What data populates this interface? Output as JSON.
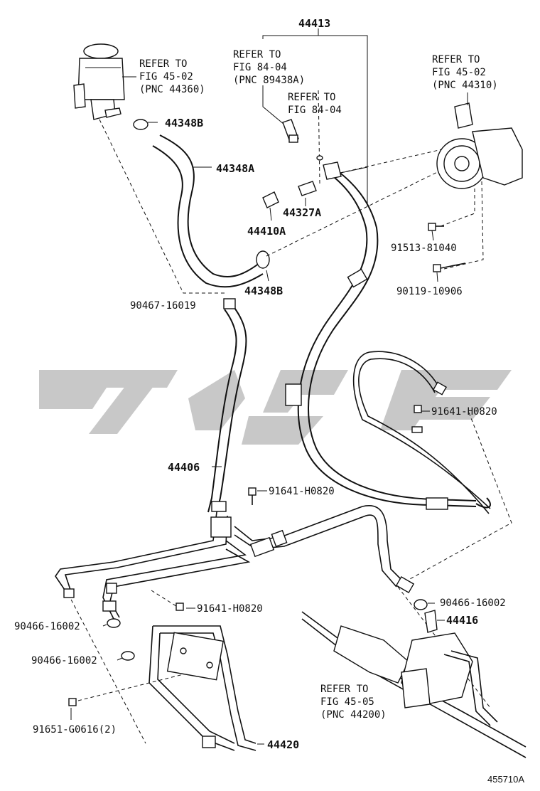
{
  "labels": {
    "p44413": "44413",
    "refer_8404_a": [
      "REFER TO",
      "FIG 84-04",
      "(PNC 89438A)"
    ],
    "refer_8404_b": [
      "REFER TO",
      "FIG 84-04"
    ],
    "refer_4502_res": [
      "REFER TO",
      "FIG 45-02",
      "(PNC 44360)"
    ],
    "refer_4502_pump": [
      "REFER TO",
      "FIG 45-02",
      "(PNC 44310)"
    ],
    "refer_4505": [
      "REFER TO",
      "FIG 45-05",
      "(PNC 44200)"
    ],
    "p44348B_top": "44348B",
    "p44348A": "44348A",
    "p44327A": "44327A",
    "p44410A": "44410A",
    "p44348B_mid": "44348B",
    "p90467": "90467-16019",
    "p91513": "91513-81040",
    "p90119": "90119-10906",
    "p91641_r": "91641-H0820",
    "p44406": "44406",
    "p91641_c": "91641-H0820",
    "p91641_l": "91641-H0820",
    "p90466_r": "90466-16002",
    "p44416": "44416",
    "p90466_l1": "90466-16002",
    "p90466_l2": "90466-16002",
    "p91651": "91651-G0616(2)",
    "p44420": "44420"
  },
  "figure_id": "455710A",
  "watermark_color": "#c8c8c8"
}
